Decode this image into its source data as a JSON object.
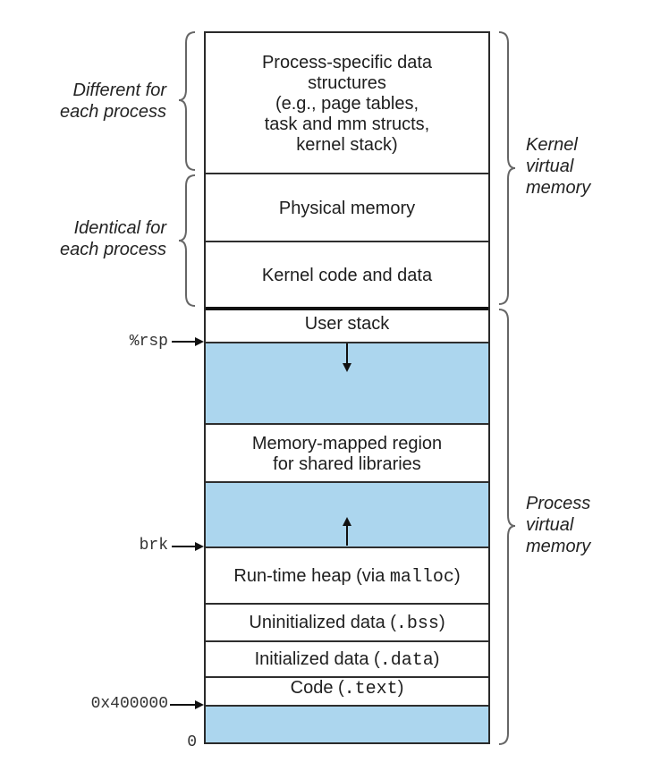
{
  "diagram": {
    "title": "",
    "colors": {
      "free_region": "#acd6ee",
      "border": "#2a2a2a",
      "brace": "#555555"
    },
    "regions": [
      {
        "id": "process-specific",
        "lines": [
          "Process-specific data",
          "structures",
          "(e.g., page tables,",
          "task and mm structs,",
          "kernel stack)"
        ],
        "shaded": false
      },
      {
        "id": "physical-memory",
        "lines": [
          "Physical memory"
        ],
        "shaded": false
      },
      {
        "id": "kernel-code-data",
        "lines": [
          "Kernel code and data"
        ],
        "shaded": false
      },
      {
        "id": "user-stack",
        "text": "User stack",
        "shaded": false
      },
      {
        "id": "stack-free",
        "text": "",
        "shaded": true,
        "growth": "down"
      },
      {
        "id": "mmap-region",
        "lines": [
          "Memory-mapped region",
          "for shared libraries"
        ],
        "shaded": false
      },
      {
        "id": "heap-free",
        "text": "",
        "shaded": true,
        "growth": "up"
      },
      {
        "id": "heap",
        "text": "Run-time heap (via ",
        "code": "malloc",
        "suffix": ")",
        "shaded": false
      },
      {
        "id": "bss",
        "text": "Uninitialized data (",
        "code": ".bss",
        "suffix": ")",
        "shaded": false
      },
      {
        "id": "data",
        "text": "Initialized data (",
        "code": ".data",
        "suffix": ")",
        "shaded": false
      },
      {
        "id": "text",
        "text": "Code (",
        "code": ".text",
        "suffix": ")",
        "shaded": false
      },
      {
        "id": "low-unused",
        "text": "",
        "shaded": true
      }
    ],
    "left_labels": [
      {
        "id": "different",
        "lines": [
          "Different for",
          "each process"
        ]
      },
      {
        "id": "identical",
        "lines": [
          "Identical for",
          "each process"
        ]
      }
    ],
    "right_labels": [
      {
        "id": "kernel-vm",
        "lines": [
          "Kernel",
          "virtual",
          "memory"
        ]
      },
      {
        "id": "process-vm",
        "lines": [
          "Process",
          "virtual",
          "memory"
        ]
      }
    ],
    "pointers": [
      {
        "id": "rsp",
        "label": "%rsp"
      },
      {
        "id": "brk",
        "label": "brk"
      },
      {
        "id": "text-start",
        "label": "0x400000"
      },
      {
        "id": "zero",
        "label": "0"
      }
    ]
  }
}
